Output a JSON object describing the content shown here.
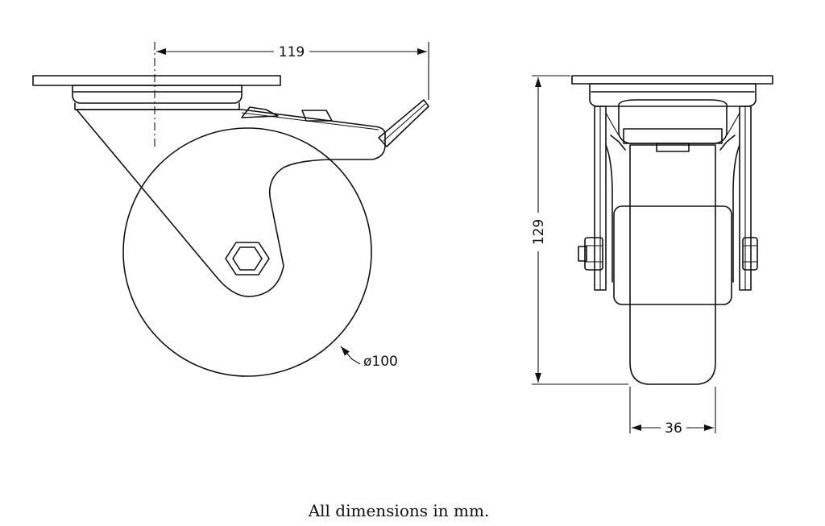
{
  "dimensions": {
    "plate_offset": "119",
    "diameter": "ø100",
    "height": "129",
    "width": "36"
  },
  "caption": "All dimensions in mm."
}
